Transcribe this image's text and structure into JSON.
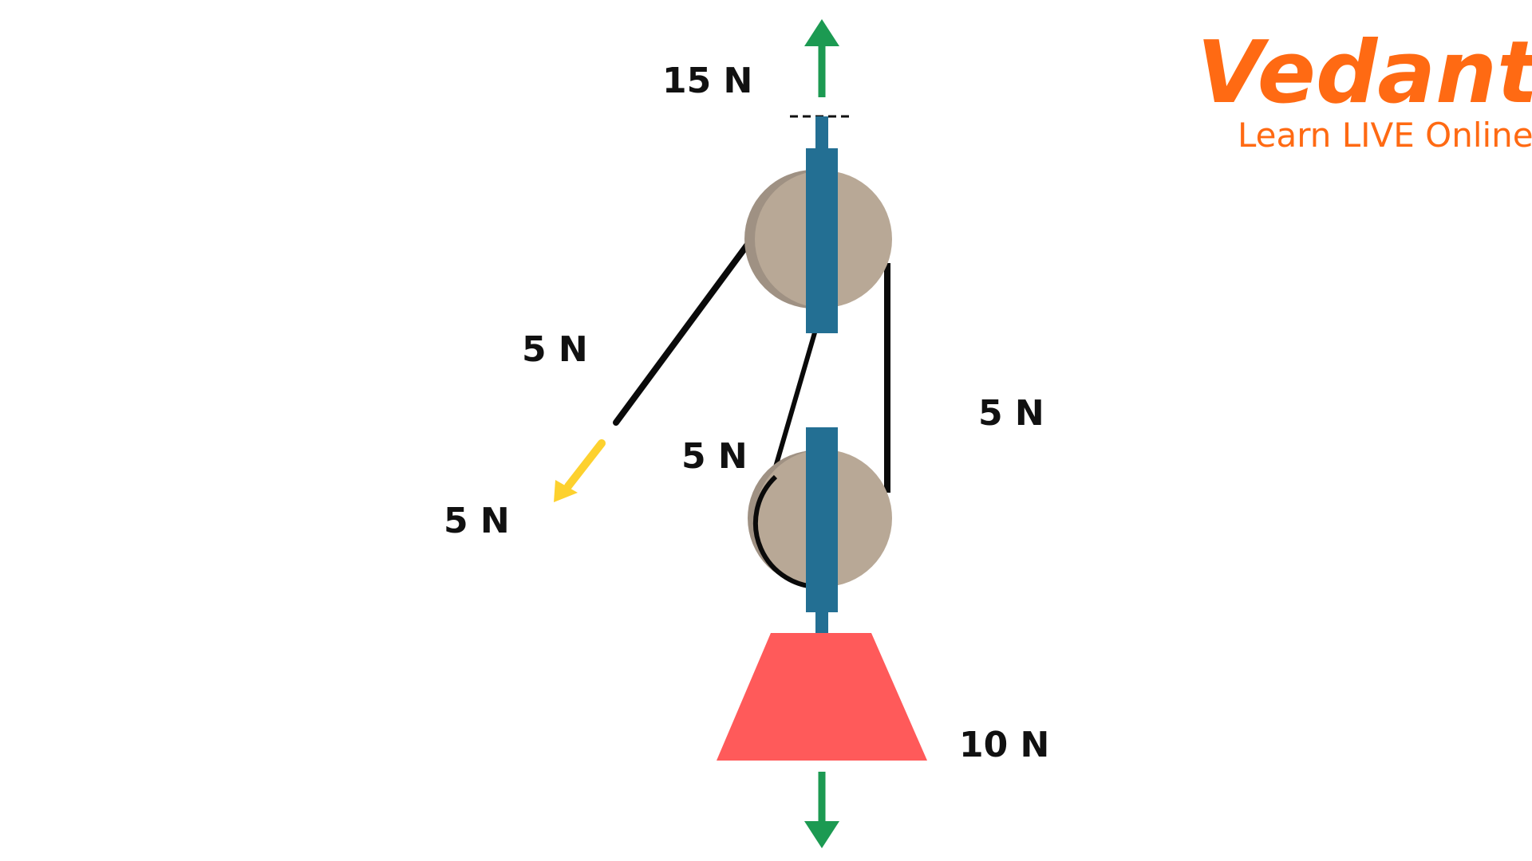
{
  "diagram": {
    "title": "Compound pulley system force diagram",
    "labels": {
      "support_force": "15 N",
      "pull_rope_tension": "5 N",
      "applied_effort": "5 N",
      "inner_rope_tension": "5 N",
      "outer_rope_tension": "5 N",
      "load_weight": "10 N"
    },
    "colors": {
      "support_arrow": "#1c9a52",
      "effort_arrow": "#fdd12e",
      "pulley_wheel": "#b8a896",
      "pulley_shadow": "#9f9183",
      "pulley_block": "#236f93",
      "rope": "#0a0a0a",
      "load": "#ff5a5a"
    },
    "icons": {
      "support_arrow": "arrow-up-icon",
      "effort_arrow": "arrow-down-left-icon",
      "weight_arrow": "arrow-down-icon"
    }
  },
  "brand": {
    "name": "Vedantu",
    "tagline": "Learn LIVE Online",
    "color": "#ff6a13"
  }
}
